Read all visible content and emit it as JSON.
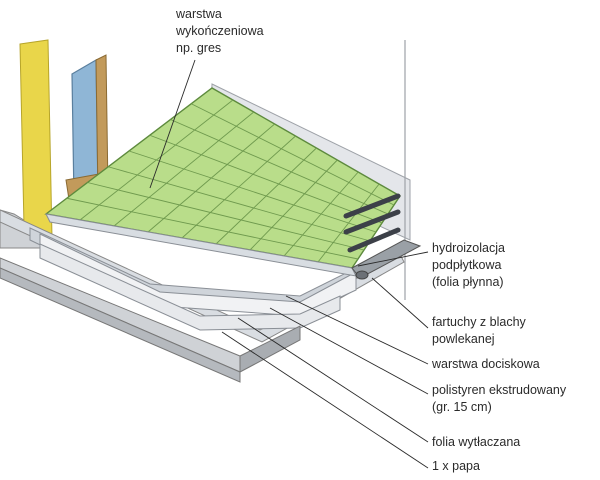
{
  "labels": {
    "finish_layer": [
      "warstwa",
      "wykończeniowa",
      "np. gres"
    ],
    "waterproofing": [
      "hydroizolacja",
      "podpłytkowa",
      "(folia płynna)"
    ],
    "flashing": [
      "fartuchy z blachy",
      "powlekanej"
    ],
    "screed": [
      "warstwa dociskowa"
    ],
    "insulation": [
      "polistyren ekstrudowany",
      "(gr. 15 cm)"
    ],
    "dimpled_membrane": [
      "folia wytłaczana"
    ],
    "tar_paper": [
      "1 x papa"
    ]
  },
  "colors": {
    "tile_green": "#b9dd8a",
    "grout_line": "#6f9a4e",
    "wall_grey": "#e4e6ea",
    "post_yellow": "#e9d64a",
    "window_blue": "#8fb6d6",
    "leader_line": "#2a2a2a"
  }
}
